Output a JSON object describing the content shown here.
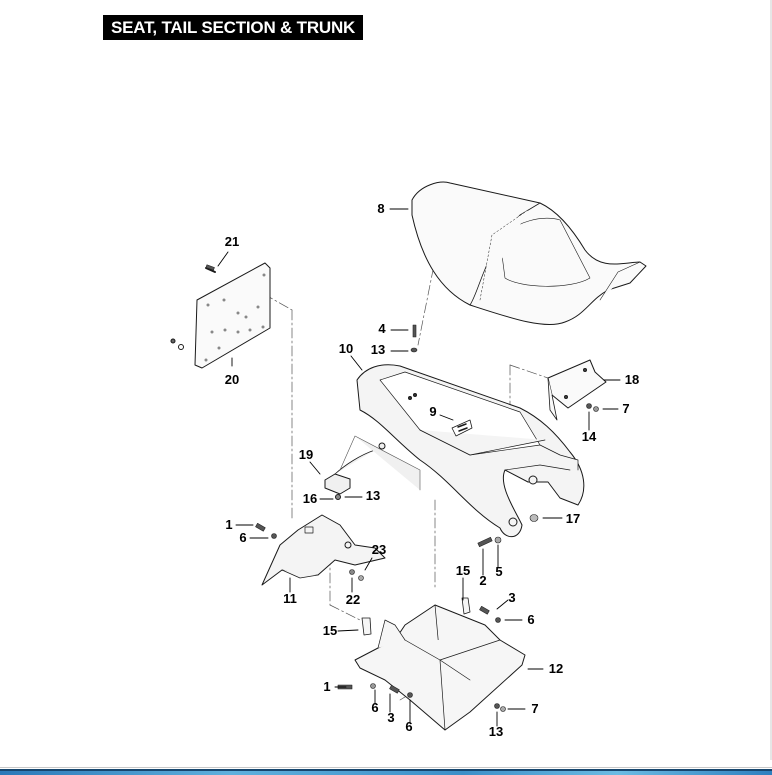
{
  "title": "SEAT, TAIL SECTION & TRUNK",
  "parts": {
    "seat": "8",
    "tail_frame": "10",
    "plate_bracket": "20",
    "trunk": "12",
    "mudguard": "11",
    "mount_bracket": "18",
    "latch": "19",
    "label_9": "9"
  },
  "callouts": [
    {
      "id": "c8",
      "label": "8"
    },
    {
      "id": "c21",
      "label": "21"
    },
    {
      "id": "c4",
      "label": "4"
    },
    {
      "id": "c13a",
      "label": "13"
    },
    {
      "id": "c10",
      "label": "10"
    },
    {
      "id": "c20",
      "label": "20"
    },
    {
      "id": "c18",
      "label": "18"
    },
    {
      "id": "c7a",
      "label": "7"
    },
    {
      "id": "c14",
      "label": "14"
    },
    {
      "id": "c9",
      "label": "9"
    },
    {
      "id": "c19",
      "label": "19"
    },
    {
      "id": "c16",
      "label": "16"
    },
    {
      "id": "c13b",
      "label": "13"
    },
    {
      "id": "c17",
      "label": "17"
    },
    {
      "id": "c1a",
      "label": "1"
    },
    {
      "id": "c6a",
      "label": "6"
    },
    {
      "id": "c23",
      "label": "23"
    },
    {
      "id": "c11",
      "label": "11"
    },
    {
      "id": "c22",
      "label": "22"
    },
    {
      "id": "c2",
      "label": "2"
    },
    {
      "id": "c5",
      "label": "5"
    },
    {
      "id": "c15a",
      "label": "15"
    },
    {
      "id": "c3a",
      "label": "3"
    },
    {
      "id": "c6b",
      "label": "6"
    },
    {
      "id": "c15b",
      "label": "15"
    },
    {
      "id": "c12",
      "label": "12"
    },
    {
      "id": "c1b",
      "label": "1"
    },
    {
      "id": "c6c",
      "label": "6"
    },
    {
      "id": "c3b",
      "label": "3"
    },
    {
      "id": "c6d",
      "label": "6"
    },
    {
      "id": "c7b",
      "label": "7"
    },
    {
      "id": "c13c",
      "label": "13"
    }
  ]
}
